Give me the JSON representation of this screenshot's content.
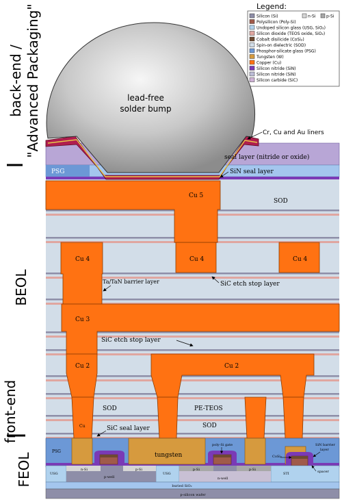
{
  "side_labels": {
    "back_end_line1": "back-end /",
    "back_end_line2": "\"Advanced Packaging\"",
    "beol": "BEOL",
    "front_end": "front-end",
    "feol": "FEOL"
  },
  "legend": {
    "title": "Legend:",
    "items": [
      {
        "label": "Silicon (Si)",
        "color": "#8e8ea8"
      },
      {
        "label": "Polysilicon (Poly-Si)",
        "color": "#a05a4a"
      },
      {
        "label": "Undoped silicon glass (USG, SiO₂)",
        "color": "#b0d2ee"
      },
      {
        "label": "Silicon dioxide (TEOS oxide, SiO₂)",
        "color": "#e0a6a0"
      },
      {
        "label": "Cobalt disilicide (CoSi₂)",
        "color": "#6e4a30"
      },
      {
        "label": "Spin-on dielectric (SOD)",
        "color": "#d2dde8"
      },
      {
        "label": "Phosphor-silicate glass (PSG)",
        "color": "#6c98d6"
      },
      {
        "label": "Tungsten (W)",
        "color": "#d69a3e"
      },
      {
        "label": "Copper (Cu)",
        "color": "#ff7212"
      },
      {
        "label": "Silicon nitride (SiN)",
        "color": "#7a3ab6"
      },
      {
        "label": "Silicon nitride (SiN)",
        "color": "#bcbcd6"
      },
      {
        "label": "Silicon carbide (SiC)",
        "color": "#cfb2d6"
      }
    ],
    "doping": [
      {
        "label": "n-Si",
        "color": "#d6d6d6"
      },
      {
        "label": "p-Si",
        "color": "#a8a8a8"
      }
    ]
  },
  "labels": {
    "solder_bump_line1": "lead-free",
    "solder_bump_line2": "solder bump",
    "liners": "Cr, Cu and Au liners",
    "seal_layer": "seal layer (nitride or oxide)",
    "psg": "PSG",
    "sin_seal_layer": "SiN seal layer",
    "cu5": "Cu 5",
    "sod_top": "SOD",
    "cu4": "Cu 4",
    "barrier": "Ta/TaN barrier layer",
    "sic_etch_stop_1": "SiC etch stop layer",
    "cu3": "Cu 3",
    "sic_etch_stop_2": "SiC etch stop layer",
    "cu2": "Cu 2",
    "sod_mid": "SOD",
    "pe_teos": "PE-TEOS",
    "cu1": "Cu",
    "sic_seal_layer": "SiC seal layer",
    "sod_low": "SOD",
    "psg_feol": "PSG",
    "tungsten": "tungsten",
    "poly_gate": "poly-Si gate",
    "cosi2": "CoSi₂",
    "sin_barrier_line1": "SiN barrier",
    "sin_barrier_line2": "layer",
    "usg_left": "USG",
    "usg_mid": "USG",
    "sti": "STI",
    "n_si_1": "n-Si",
    "p_si_1": "p-Si",
    "p_well": "p-well",
    "p_si_2": "p-Si",
    "p_si_3": "p-Si",
    "n_well": "n-well",
    "spacer": "spacer",
    "buried_sio2": "buried SiO₂",
    "p_silicon_wafer": "p-silicon wafer"
  }
}
